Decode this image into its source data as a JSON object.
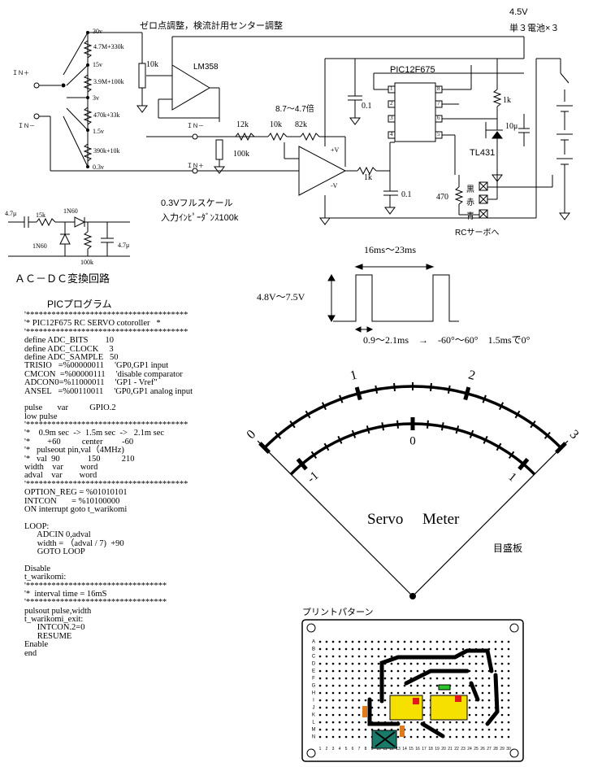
{
  "header": {
    "zero_adjust": "ゼロ点調整，検流計用センター調整",
    "battery_voltage": "4.5V",
    "battery_type": "単３電池×３"
  },
  "input_selector": {
    "ranges": [
      "30v",
      "15v",
      "3v",
      "1.5v",
      "0.3v"
    ],
    "resistors": [
      "4.7M+330k",
      "3.9M+100k",
      "470k+33k",
      "390k+10k"
    ],
    "terminals": [
      "ＩＮ＋",
      "ＩＮ－"
    ]
  },
  "circuit": {
    "pot_10k": "10k",
    "opamp": "LM358",
    "in_minus": "ＩＮ－",
    "in_plus": "ＩＮ＋",
    "r_12k": "12k",
    "r_10k": "10k",
    "r_82k": "82k",
    "gain": "8.7～4.7倍",
    "r_100k": "100k",
    "plus_v": "+V",
    "minus_v": "-V",
    "r_1k_out": "1k",
    "c_01_out": "0.1",
    "full_scale": "0.3Vフルスケール",
    "impedance": "入力ｲﾝﾋﾟｰﾀﾞﾝｽ100k",
    "pic": "PIC12F675",
    "c_01": "0.1",
    "r_1k": "1k",
    "c_10u": "10μ",
    "tl431": "TL431",
    "r_470": "470",
    "servo_wires": [
      "黒",
      "赤",
      "青"
    ],
    "servo_label": "RCサーボへ",
    "pin_labels_left": [
      "1",
      "2",
      "3",
      "4"
    ],
    "pin_labels_right": [
      "8",
      "7",
      "6",
      "5"
    ]
  },
  "rectifier": {
    "c_in": "4.7μ",
    "r_15k": "15k",
    "d1": "1N60",
    "d2": "1N60",
    "c_out": "4.7μ",
    "r_100k": "100k",
    "title": "ＡＣ－ＤＣ変換回路"
  },
  "pulse": {
    "period": "16ms～23ms",
    "amplitude": "4.8V～7.5V",
    "width_desc": "0.9～2.1ms　→　-60°～60°　1.5msで0°"
  },
  "program": {
    "title": "PICプログラム",
    "lines": [
      "'**************************************",
      "'* PIC12F675 RC SERVO cotoroller   *",
      "'**************************************",
      "define ADC_BITS        10",
      "define ADC_CLOCK     3",
      "define ADC_SAMPLE   50",
      "TRISIO   =%00000011     'GP0,GP1 input",
      "CMCON  =%00000111     'disable comparator",
      "ADCON0=%11000011     'GP1 - Vref\"",
      "ANSEL   =%00110011     'GP0,GP1 analog input",
      "",
      "pulse       var          GPIO.2",
      "low pulse",
      "'**************************************",
      "'*    0.9m sec  ->  1.5m sec  ->   2.1m sec",
      "'*        +60          center         -60",
      "'*   pulseout pin,val（4MHz)",
      "'*   val  90             150          210",
      "width    var        word",
      "adval    var        word",
      "'**************************************",
      "OPTION_REG = %01010101",
      "INTCON       = %10100000",
      "ON interrupt goto t_warikomi",
      "",
      "LOOP:",
      "      ADCIN 0,adval",
      "      width = （adval / 7)  +90",
      "      GOTO LOOP",
      "",
      "Disable",
      "t_warikomi:",
      "'*********************************",
      "'*  interval time = 16mS",
      "'*********************************",
      "pulsout pulse,width",
      "t_warikomi_exit:",
      "      INTCON.2=0",
      "      RESUME",
      "Enable",
      "end"
    ]
  },
  "meter": {
    "outer_labels": [
      "0",
      "1",
      "2",
      "3"
    ],
    "inner_labels": [
      "-1",
      "0",
      "1"
    ],
    "title_left": "Servo",
    "title_right": "Meter",
    "scale_label": "目盛板"
  },
  "pcb": {
    "title": "プリントパターン",
    "row_labels": [
      "A",
      "B",
      "C",
      "D",
      "E",
      "F",
      "G",
      "H",
      "I",
      "J",
      "K",
      "L",
      "M",
      "N"
    ],
    "col_labels": [
      "1",
      "2",
      "3",
      "4",
      "5",
      "6",
      "7",
      "8",
      "9",
      "10",
      "11",
      "12",
      "13",
      "14",
      "15",
      "16",
      "17",
      "18",
      "19",
      "20",
      "21",
      "22",
      "23",
      "24",
      "25",
      "26",
      "27",
      "28",
      "29",
      "30"
    ]
  }
}
